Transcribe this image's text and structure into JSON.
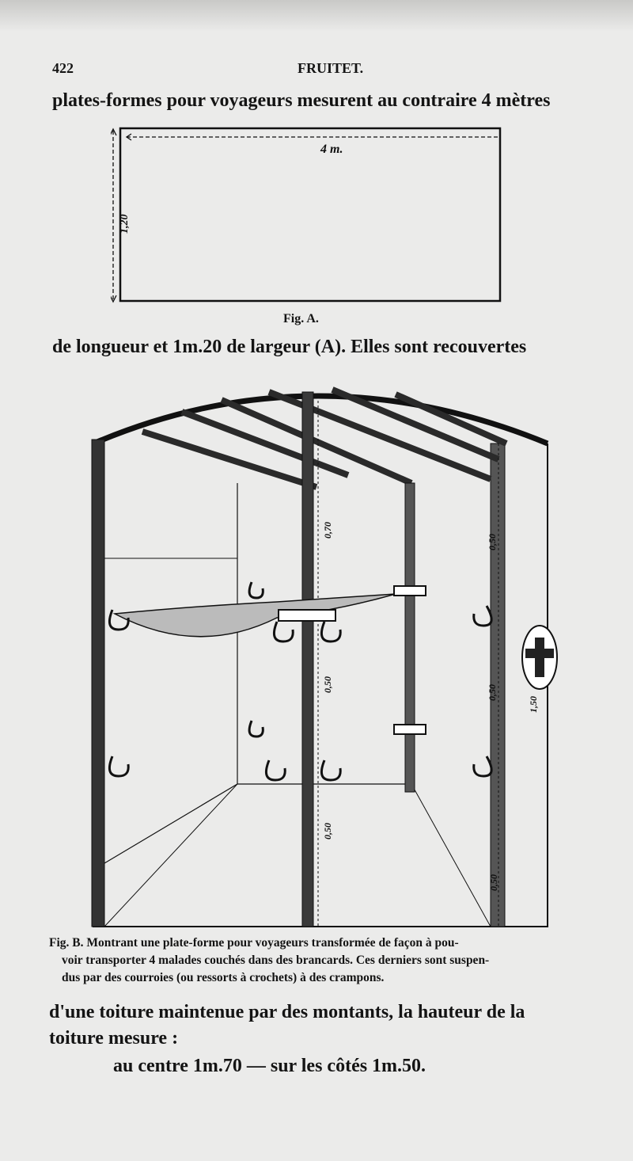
{
  "header": {
    "page_number": "422",
    "running_title": "FRUITET."
  },
  "body_text": {
    "line1": "plates-formes pour voyageurs mesurent au contraire 4 mètres",
    "line2": "de longueur et 1m.20 de largeur (A).  Elles sont recouvertes",
    "line3": "d'une toiture maintenue par des montants, la hauteur de la",
    "line4": "toiture mesure :",
    "line5": "au centre 1m.70 — sur les côtés 1m.50."
  },
  "figure_a": {
    "caption": "Fig. A.",
    "length_label": "4 m.",
    "width_label": "1,20"
  },
  "figure_b": {
    "caption_label": "Fig. B.",
    "caption_line1": "Montrant une plate-forme pour voyageurs transformée de façon à pou-",
    "caption_line2": "voir transporter 4 malades couchés dans des brancards. Ces derniers sont suspen-",
    "caption_line3": "dus par des courroies (ou ressorts à crochets) à des crampons.",
    "dimensions": {
      "center_top": "0,70",
      "center_mid": "0,50",
      "center_low": "0,50",
      "side_top": "0,50",
      "side_mid": "0,50",
      "side_low": "0,50",
      "side_total": "1,50"
    }
  }
}
